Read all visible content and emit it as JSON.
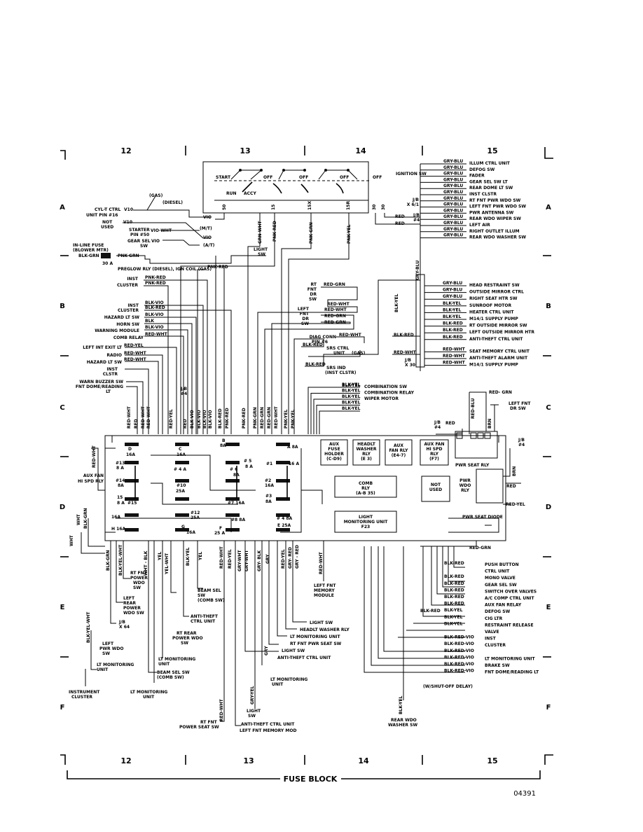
{
  "grid": {
    "columns": [
      "12",
      "13",
      "14",
      "15"
    ],
    "rows": [
      "A",
      "B",
      "C",
      "D",
      "E",
      "F"
    ]
  },
  "footer": {
    "title": "FUSE BLOCK",
    "figure_id": "04391"
  },
  "ignition": {
    "title": "IGNITION SW",
    "positions": [
      "START",
      "OFF",
      "OFF",
      "OFF",
      "OFF",
      "RUN",
      "ACCY"
    ],
    "terminals": [
      "50",
      "15",
      "15X",
      "15R",
      "30",
      "30"
    ],
    "terminal_wires": [
      "GRN-WHT",
      "PNK-RED",
      "PNK-GRN",
      "PNK-YEL"
    ]
  },
  "top_left": {
    "items": [
      {
        "text": "(GAS)"
      },
      {
        "text": "(DIESEL)"
      },
      {
        "text": "CYL-T CTRL"
      },
      {
        "text": "UNIT PIN #16"
      },
      {
        "text": "V10"
      },
      {
        "text": "NOT"
      },
      {
        "text": "USED"
      },
      {
        "text": "V10"
      },
      {
        "text": "STARTER"
      },
      {
        "text": "PIN #50"
      },
      {
        "text": "VIO-WHT"
      },
      {
        "text": "(M/T)"
      },
      {
        "text": "VIO"
      },
      {
        "text": "VIO"
      },
      {
        "text": "GEAR SEL"
      },
      {
        "text": "SW"
      },
      {
        "text": "VIO"
      },
      {
        "text": "(A/T)"
      },
      {
        "text": "IN-LINE FUSE"
      },
      {
        "text": "(BLOWER MTR)"
      },
      {
        "text": "BLK-GRN"
      },
      {
        "text": "PNK-GRN"
      },
      {
        "text": "30 A"
      },
      {
        "text": "LIGHT"
      },
      {
        "text": "SW"
      },
      {
        "text": "PREGLOW RLY (DIESEL), IGN COIL (GAS)"
      },
      {
        "text": "PNK-RED"
      }
    ]
  },
  "left_connectors": {
    "items": [
      {
        "text": "INST"
      },
      {
        "text": "CLUSTER"
      },
      {
        "text": "PNK-RED"
      },
      {
        "text": "PNK-RED"
      },
      {
        "text": "INST"
      },
      {
        "text": "CLUSTER"
      },
      {
        "text": "BLK-VIO"
      },
      {
        "text": "BLK-RED"
      },
      {
        "text": "HAZARD LT SW"
      },
      {
        "text": "BLK-VIO"
      },
      {
        "text": "HORN SW"
      },
      {
        "text": "BLK"
      },
      {
        "text": "WARNING MODULE"
      },
      {
        "text": "BLK-VIO"
      },
      {
        "text": "COMB RELAY"
      },
      {
        "text": "RED-WHT"
      },
      {
        "text": "LEFT INT EXIT LT"
      },
      {
        "text": "RED-YEL"
      },
      {
        "text": "RADIO"
      },
      {
        "text": "RED-WHT"
      },
      {
        "text": "HAZARD LT SW"
      },
      {
        "text": "RED-WHT"
      },
      {
        "text": "INST"
      },
      {
        "text": "CLSTR"
      },
      {
        "text": "WARN BUZZER SW"
      },
      {
        "text": "FNT DOME/READING"
      },
      {
        "text": "LT"
      }
    ]
  },
  "center_switches": {
    "items": [
      {
        "text": "RT"
      },
      {
        "text": "FNT"
      },
      {
        "text": "DR"
      },
      {
        "text": "SW"
      },
      {
        "text": "RED-GRN"
      },
      {
        "text": "RED-WHT"
      },
      {
        "text": "LEFT"
      },
      {
        "text": "FNT"
      },
      {
        "text": "DR"
      },
      {
        "text": "SW"
      },
      {
        "text": "RED-WHT"
      },
      {
        "text": "RED-GRN"
      },
      {
        "text": "RED-GRN"
      },
      {
        "text": "DIAG CONN"
      },
      {
        "text": "PIN #6"
      },
      {
        "text": "RED-WHT"
      },
      {
        "text": "BLK-RED"
      },
      {
        "text": "SRS CTRL"
      },
      {
        "text": "UNIT"
      },
      {
        "text": "(GAS)"
      },
      {
        "text": "BLK-RED"
      },
      {
        "text": "SRS IND"
      },
      {
        "text": "(INST CLSTR)"
      },
      {
        "text": "BLK-YEL"
      },
      {
        "text": "BLK-RED"
      },
      {
        "text": "RED-WHT"
      },
      {
        "text": "J/B"
      },
      {
        "text": "X 30"
      }
    ]
  },
  "right_top_list": {
    "wire": "GRY-BLU",
    "items": [
      {
        "wire": "GRY-BLU",
        "label": "ILLUM CTRL UNIT"
      },
      {
        "wire": "GRY-BLU",
        "label": "DEFOG SW"
      },
      {
        "wire": "GRY-BLU",
        "label": "FADER"
      },
      {
        "wire": "GRY-BLU",
        "label": "GEAR SEL SW LT"
      },
      {
        "wire": "GRY-BLU",
        "label": "REAR DOME LT SW"
      },
      {
        "wire": "GRY-BLU",
        "label": "INST CLSTR"
      },
      {
        "wire": "GRY-BLU",
        "label": "RT FNT PWR WDO SW"
      },
      {
        "wire": "GRY-BLU",
        "label": "LEFT FNT PWR WDO SW"
      },
      {
        "wire": "GRY-BLU",
        "label": "PWR ANTENNA SW"
      },
      {
        "wire": "GRY-BLU",
        "label": "REAR WDO WIPER SW"
      },
      {
        "wire": "GRY-BLU",
        "label": "LEFT    AIR"
      },
      {
        "wire": "GRY-BLU",
        "label": "RIGHT   OUTLET ILLUM"
      },
      {
        "wire": "GRY-BLU",
        "label": "REAR WDO WASHER SW"
      }
    ],
    "jb": [
      "J/B",
      "X 6/1",
      "J/B",
      "#4",
      "RED",
      "RED"
    ]
  },
  "right_mid_list": {
    "items": [
      {
        "wire": "GRY-BLU",
        "label": "HEAD RESTRAINT SW"
      },
      {
        "wire": "GRY-BLU",
        "label": "OUTSIDE MIRROR CTRL"
      },
      {
        "wire": "GRY-BLU",
        "label": "RIGHT SEAT HTR SW"
      },
      {
        "wire": "BLK-YEL",
        "label": "SUNROOF MOTOR"
      },
      {
        "wire": "BLK-YEL",
        "label": "HEATER CTRL UNIT"
      },
      {
        "wire": "BLK-YEL",
        "label": "M14/1 SUPPLY PUMP"
      },
      {
        "wire": "BLK-RED",
        "label": "RT OUTSIDE MIRROR SW"
      },
      {
        "wire": "BLK-RED",
        "label": "LEFT OUTSIDE MIRROR HTR"
      },
      {
        "wire": "BLK-RED",
        "label": "ANTI-THEFT CTRL UNIT"
      },
      {
        "wire": "RED-WHT",
        "label": "SEAT MEMORY CTRL UNIT"
      },
      {
        "wire": "RED-WHT",
        "label": "ANTI-THEFT ALARM UNIT"
      },
      {
        "wire": "RED-WHT",
        "label": "M14/1 SUPPLY PUMP"
      }
    ]
  },
  "combo_list": {
    "items": [
      {
        "wire": "BLK-YEL",
        "label": "COMBINATION SW"
      },
      {
        "wire": "BLK-YEL",
        "label": "COMBINATION RELAY"
      },
      {
        "wire": "BLK-YEL",
        "label": "WIPER MOTOR"
      },
      {
        "wire": "BLK-YEL",
        "label": ""
      },
      {
        "wire": "BLK-YEL",
        "label": ""
      }
    ]
  },
  "pwr_seat": {
    "items": [
      {
        "text": "RED- GRN"
      },
      {
        "text": "LEFT FNT"
      },
      {
        "text": "DR SW"
      },
      {
        "text": "J/B"
      },
      {
        "text": "#4"
      },
      {
        "text": "J/B"
      },
      {
        "text": "#4"
      },
      {
        "text": "RED"
      },
      {
        "text": "RED-BLU"
      },
      {
        "text": "BRN"
      },
      {
        "text": "BRN"
      },
      {
        "text": "RED"
      },
      {
        "text": "RED-YEL"
      },
      {
        "text": "RED-GRN"
      },
      {
        "text": "PWR SEAT RLY"
      },
      {
        "text": "PWR SEAT DIODE"
      }
    ]
  },
  "fuse_block": {
    "fuses": [
      {
        "text": "D"
      },
      {
        "text": "16A"
      },
      {
        "text": "C"
      },
      {
        "text": "16A"
      },
      {
        "text": "B"
      },
      {
        "text": "8A"
      },
      {
        "text": "A 8A"
      },
      {
        "text": "#13"
      },
      {
        "text": "8 A"
      },
      {
        "text": "# 4 A"
      },
      {
        "text": "# 5"
      },
      {
        "text": "8 A"
      },
      {
        "text": "#1"
      },
      {
        "text": "16 A"
      },
      {
        "text": "#14"
      },
      {
        "text": "8A"
      },
      {
        "text": "#10"
      },
      {
        "text": "25A"
      },
      {
        "text": "# 6"
      },
      {
        "text": "8A"
      },
      {
        "text": "#2"
      },
      {
        "text": "16A"
      },
      {
        "text": "15"
      },
      {
        "text": "8 A"
      },
      {
        "text": "#15"
      },
      {
        "text": "#7 16A"
      },
      {
        "text": "#3"
      },
      {
        "text": "8A"
      },
      {
        "text": "#12"
      },
      {
        "text": "25A"
      },
      {
        "text": "# 4 8A"
      },
      {
        "text": "16A"
      },
      {
        "text": "#8 8A"
      },
      {
        "text": "E 25A"
      },
      {
        "text": "H 16A"
      },
      {
        "text": "G"
      },
      {
        "text": "16A"
      },
      {
        "text": "F"
      },
      {
        "text": "25 A"
      },
      {
        "text": "AUX FAN"
      },
      {
        "text": "HI SPD RLY"
      }
    ],
    "relays": [
      {
        "lines": [
          "AUX",
          "FUSE",
          "HOLDER",
          "(C-D9)"
        ]
      },
      {
        "lines": [
          "HEADLT",
          "WASHER",
          "RLY",
          "(E 3)"
        ]
      },
      {
        "lines": [
          "AUX",
          "FAN RLY",
          "(E4-7)"
        ]
      },
      {
        "lines": [
          "AUX FAN",
          "HI SPD",
          "RLY",
          "(F7)"
        ]
      },
      {
        "lines": [
          "COMB",
          "RLY",
          "(A-B 35)"
        ]
      },
      {
        "lines": [
          "NOT",
          "USED"
        ]
      },
      {
        "lines": [
          "PWR",
          "WDO",
          "RLY"
        ]
      },
      {
        "lines": [
          "LIGHT",
          "MONITORING UNIT",
          "F23"
        ]
      }
    ]
  },
  "upper_wires": {
    "items": [
      {
        "text": "RED-WHT"
      },
      {
        "text": "RED"
      },
      {
        "text": "RED-WHT"
      },
      {
        "text": "RED-WHT"
      },
      {
        "text": "RED-YEL"
      },
      {
        "text": "RED"
      },
      {
        "text": "J/B"
      },
      {
        "text": "#4"
      },
      {
        "text": "BLK-VIO"
      },
      {
        "text": "BLK-VIO"
      },
      {
        "text": "BLK-VIO"
      },
      {
        "text": "BLK-VIO"
      },
      {
        "text": "BLK-RED"
      },
      {
        "text": "PNK-RED"
      },
      {
        "text": "PNK-RED"
      },
      {
        "text": "PNK-GRN"
      },
      {
        "text": "RED-GRN"
      },
      {
        "text": "RED-GRN"
      },
      {
        "text": "RED-WHT"
      },
      {
        "text": "PNK-YEL"
      },
      {
        "text": "PNK-YEL"
      },
      {
        "text": "RED-WHT"
      },
      {
        "text": "BLK-YEL"
      }
    ]
  },
  "lower_wires": {
    "items": [
      {
        "text": "WHT"
      },
      {
        "text": "WHT"
      },
      {
        "text": "BLK-GRN"
      },
      {
        "text": "BLK-GRN"
      },
      {
        "text": "BLK-YEL-WHT"
      },
      {
        "text": "WHT - BLK"
      },
      {
        "text": "YEL-WHT"
      },
      {
        "text": "YEL"
      },
      {
        "text": "BLK-YEL"
      },
      {
        "text": "YEL"
      },
      {
        "text": "RED-WHT"
      },
      {
        "text": "RED-YEL"
      },
      {
        "text": "GRY-WHT"
      },
      {
        "text": "GRY-WHT"
      },
      {
        "text": "GRY- BLK"
      },
      {
        "text": "GRY"
      },
      {
        "text": "RED-YEL"
      },
      {
        "text": "GRY- RED"
      },
      {
        "text": "GRY - RED"
      },
      {
        "text": "RED-WHT"
      },
      {
        "text": "BLK-YEL-WHT"
      },
      {
        "text": "GRY"
      },
      {
        "text": "GRY-YEL"
      },
      {
        "text": "RED-WHT"
      },
      {
        "text": "BLK-YEL"
      }
    ]
  },
  "lower_labels": {
    "items": [
      {
        "text": "RT FNT"
      },
      {
        "text": "POWER"
      },
      {
        "text": "WDO"
      },
      {
        "text": "SW"
      },
      {
        "text": "LEFT"
      },
      {
        "text": "REAR"
      },
      {
        "text": "POWER"
      },
      {
        "text": "WDO SW"
      },
      {
        "text": "J/B"
      },
      {
        "text": "X 64"
      },
      {
        "text": "LEFT"
      },
      {
        "text": "PWR WDO"
      },
      {
        "text": "SW"
      },
      {
        "text": "LT MONITORING"
      },
      {
        "text": "UNIT"
      },
      {
        "text": "INSTRUMENT"
      },
      {
        "text": "CLUSTER"
      },
      {
        "text": "LT MONITORING"
      },
      {
        "text": "UNIT"
      },
      {
        "text": "BEAM SEL"
      },
      {
        "text": "SW"
      },
      {
        "text": "(COMB SW)"
      },
      {
        "text": "ANTI-THEFT"
      },
      {
        "text": "CTRL UNIT"
      },
      {
        "text": "RT REAR"
      },
      {
        "text": "POWER WDO"
      },
      {
        "text": "SW"
      },
      {
        "text": "LT MONITORING"
      },
      {
        "text": "UNIT"
      },
      {
        "text": "BEAM SEL SW"
      },
      {
        "text": "(COMB SW)"
      },
      {
        "text": "LEFT FNT"
      },
      {
        "text": "MEMORY"
      },
      {
        "text": "MODULE"
      },
      {
        "text": "LIGHT SW"
      },
      {
        "text": "HEADLT WASHER RLY"
      },
      {
        "text": "LT MONITORING UNIT"
      },
      {
        "text": "RT FNT PWR SEAT SW"
      },
      {
        "text": "LIGHT SW"
      },
      {
        "text": "ANTI-THEFT CTRL UNIT"
      },
      {
        "text": "LT MONITORING"
      },
      {
        "text": "UNIT"
      },
      {
        "text": "LIGHT"
      },
      {
        "text": "SW"
      },
      {
        "text": "ANTI-THEFT CTRL UNIT"
      },
      {
        "text": "LEFT FNT MEMORY MOD"
      },
      {
        "text": "RT FNT"
      },
      {
        "text": "POWER SEAT SW"
      },
      {
        "text": "REAR WDO"
      },
      {
        "text": "WASHER SW"
      }
    ]
  },
  "right_bottom_list": {
    "items": [
      {
        "wire": "BLK-RED",
        "label": "PUSH BUTTON"
      },
      {
        "wire": "",
        "label": "CTRL UNIT"
      },
      {
        "wire": "BLK-RED",
        "label": "MONO VALVE"
      },
      {
        "wire": "BLK-RED",
        "label": "GEAR SEL SW"
      },
      {
        "wire": "BLK-RED",
        "label": "SWITCH OVER VALVES"
      },
      {
        "wire": "BLK-RED",
        "label": "A/C COMP CTRL UNIT"
      },
      {
        "wire": "BLK-RED",
        "label": "AUX FAN RELAY"
      },
      {
        "wire": "BLK-YEL",
        "label": "DEFOG SW"
      },
      {
        "wire": "BLK-YEL",
        "label": "CIG LTR"
      },
      {
        "wire": "BLK-YEL",
        "label": "RESTRAINT RELEASE"
      },
      {
        "wire": "",
        "label": "VALVE"
      },
      {
        "wire": "BLK-RED-VIO",
        "label": "INST"
      },
      {
        "wire": "BLK-RED-VIO",
        "label": "CLUSTER"
      },
      {
        "wire": "BLK-RED-VIO",
        "label": ""
      },
      {
        "wire": "BLK-RED-VIO",
        "label": "LT MONITORING UNIT"
      },
      {
        "wire": "BLK-RED-VIO",
        "label": "BRAKE SW"
      },
      {
        "wire": "BLK-RED-VIO",
        "label": "FNT DOME/READING LT"
      }
    ],
    "extra": [
      "BLK-RED",
      "(W/SHUT-OFF DELAY)"
    ]
  }
}
